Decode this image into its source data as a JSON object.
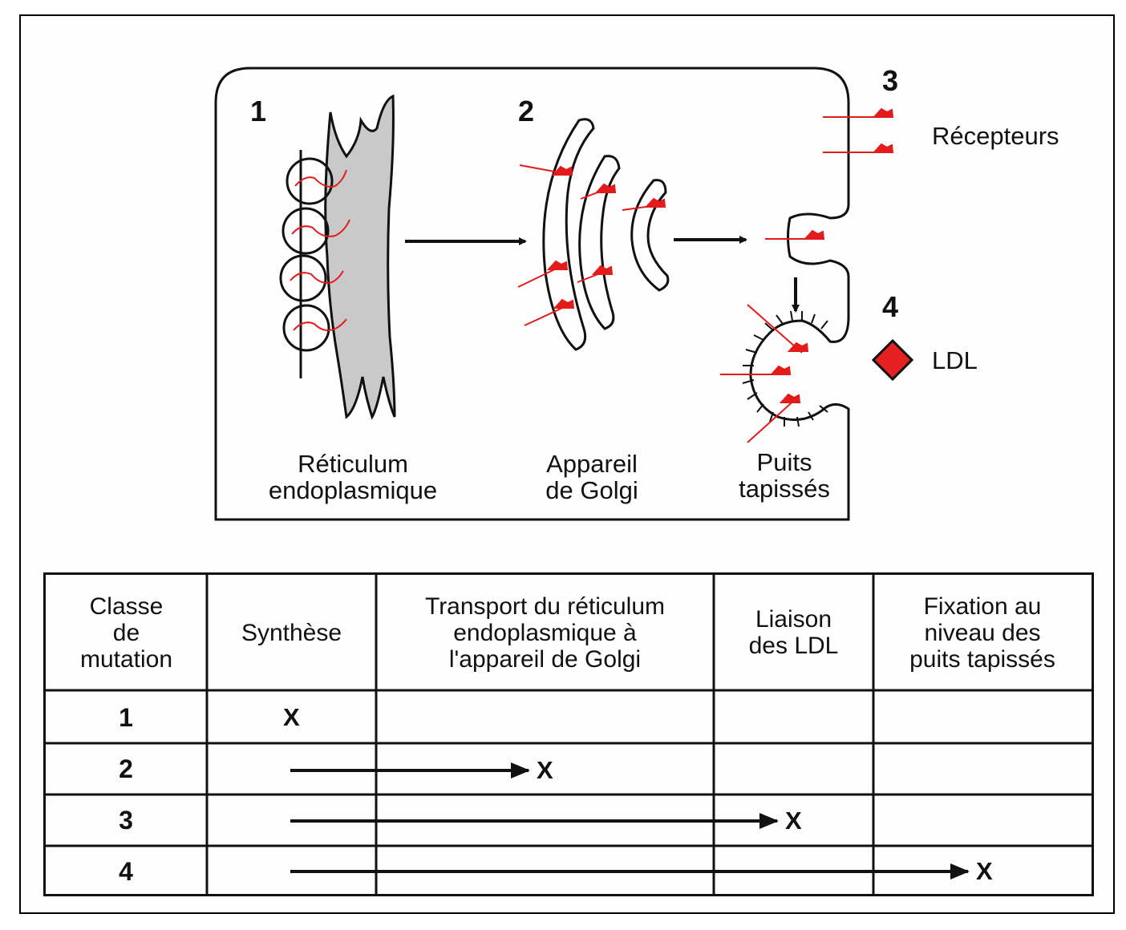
{
  "diagram": {
    "steps": [
      "1",
      "2",
      "3",
      "4"
    ],
    "labels": {
      "reticulum": [
        "Réticulum",
        "endoplasmique"
      ],
      "golgi": [
        "Appareil",
        "de Golgi"
      ],
      "pits": [
        "Puits",
        "tapissés"
      ]
    },
    "legend": {
      "receptors": "Récepteurs",
      "ldl": "LDL"
    },
    "colors": {
      "receptor": "#e31b1b",
      "ldl": "#e52020",
      "er_fill": "#c9c9c9"
    }
  },
  "table": {
    "headers": [
      [
        "Classe",
        "de",
        "mutation"
      ],
      [
        "Synthèse"
      ],
      [
        "Transport du réticulum",
        "endoplasmique à",
        "l'appareil de Golgi"
      ],
      [
        "Liaison",
        "des LDL"
      ],
      [
        "Fixation au",
        "niveau des",
        "puits tapissés"
      ]
    ],
    "rows": [
      {
        "class": "1",
        "block_mark": "X"
      },
      {
        "class": "2",
        "block_mark": "X"
      },
      {
        "class": "3",
        "block_mark": "X"
      },
      {
        "class": "4",
        "block_mark": "X"
      }
    ]
  }
}
